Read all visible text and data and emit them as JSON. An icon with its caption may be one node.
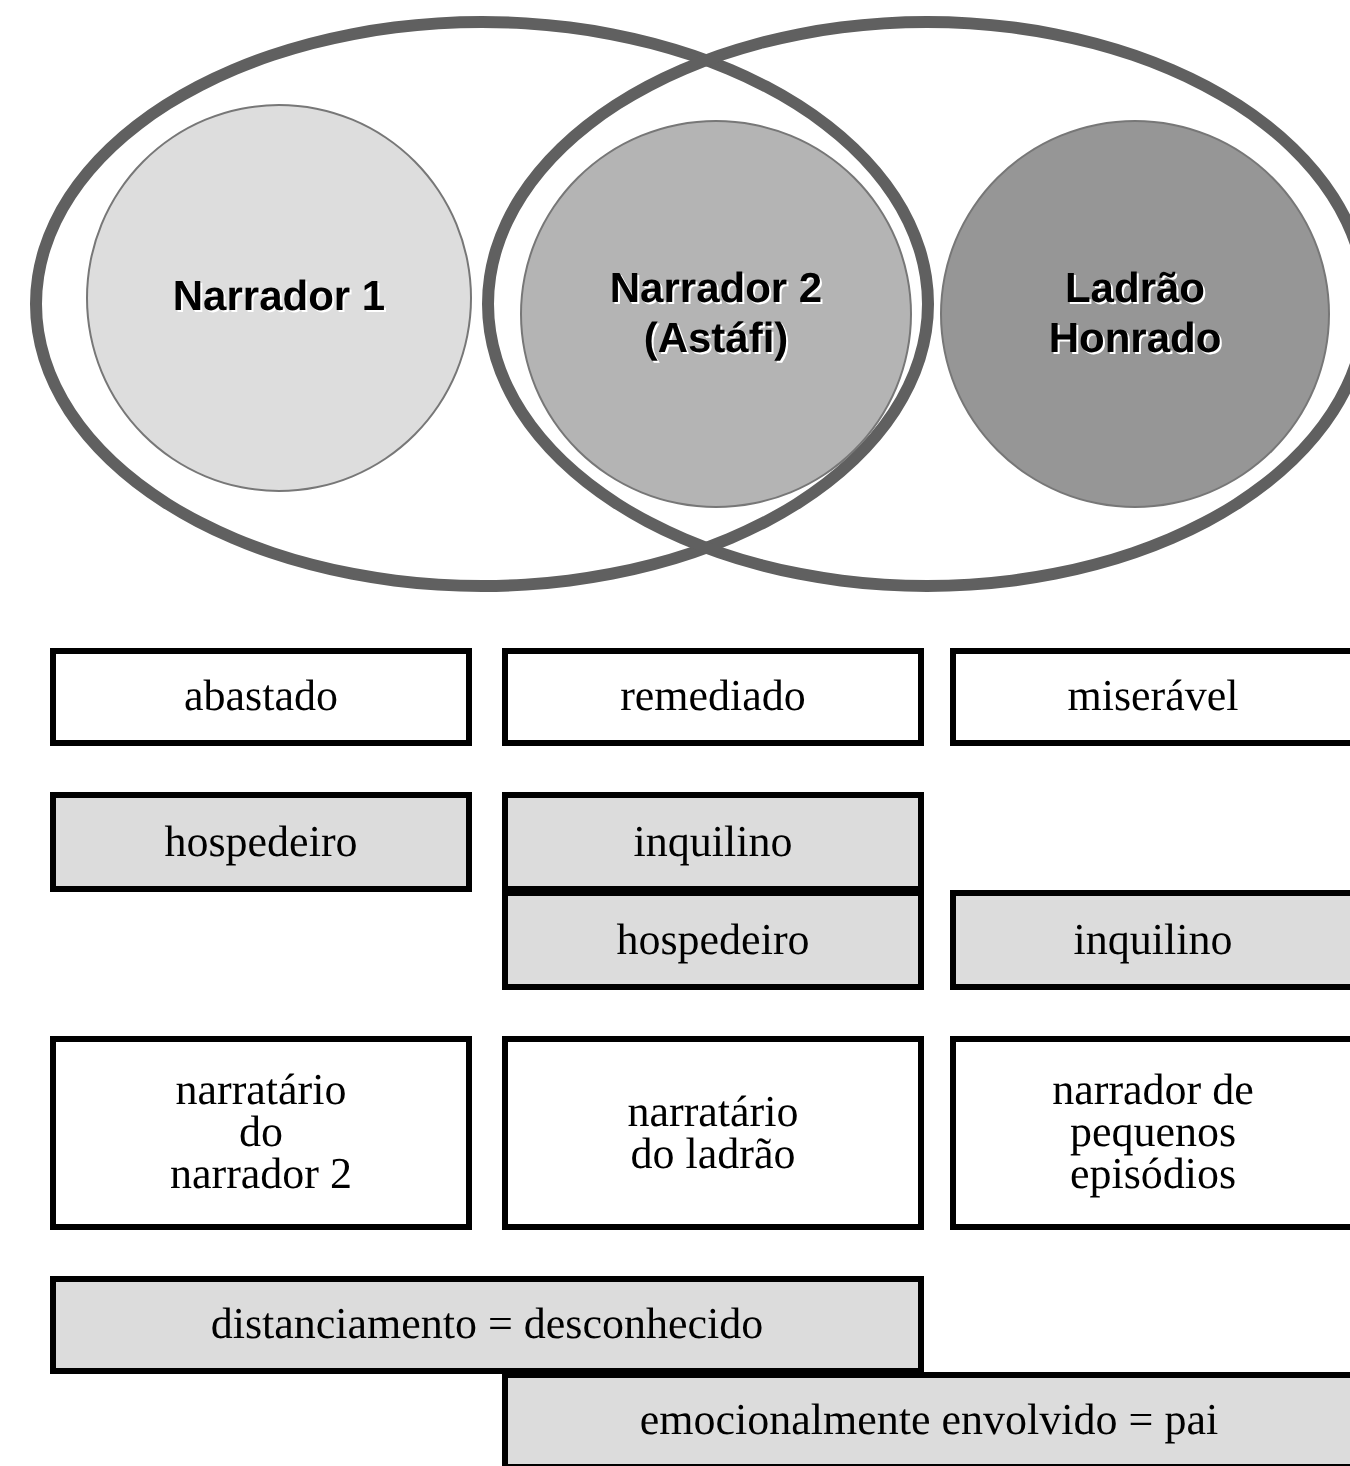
{
  "diagram": {
    "nodes": [
      {
        "text": [],
        "shape": "ellipse"
      },
      {
        "text": [],
        "shape": "ellipse"
      },
      {
        "text": [
          "Narrador 1"
        ],
        "in": 0
      },
      {
        "text": [
          "Narrador 2 (Astáfi)"
        ]
      },
      {
        "text": [
          "Ladrão Honrado"
        ],
        "in": 1
      },
      {
        "text": [
          "abastado"
        ]
      },
      {
        "text": [
          "remediado"
        ]
      },
      {
        "text": [
          "miserável"
        ]
      },
      {
        "text": [
          "hospedeiro"
        ]
      },
      {
        "text": [
          "inquilino"
        ]
      },
      {
        "text": [
          "hospedeiro"
        ]
      },
      {
        "text": [
          "inquilino"
        ]
      },
      {
        "text": [
          "narratário do narrador 2"
        ]
      },
      {
        "text": [
          "narratário do ladrão"
        ]
      },
      {
        "text": [
          "narrador de pequenos episódios"
        ]
      },
      {
        "text": [
          "distanciamento = desconhecido"
        ]
      },
      {
        "text": [
          "emocionalmente envolvido = pai"
        ]
      }
    ]
  }
}
